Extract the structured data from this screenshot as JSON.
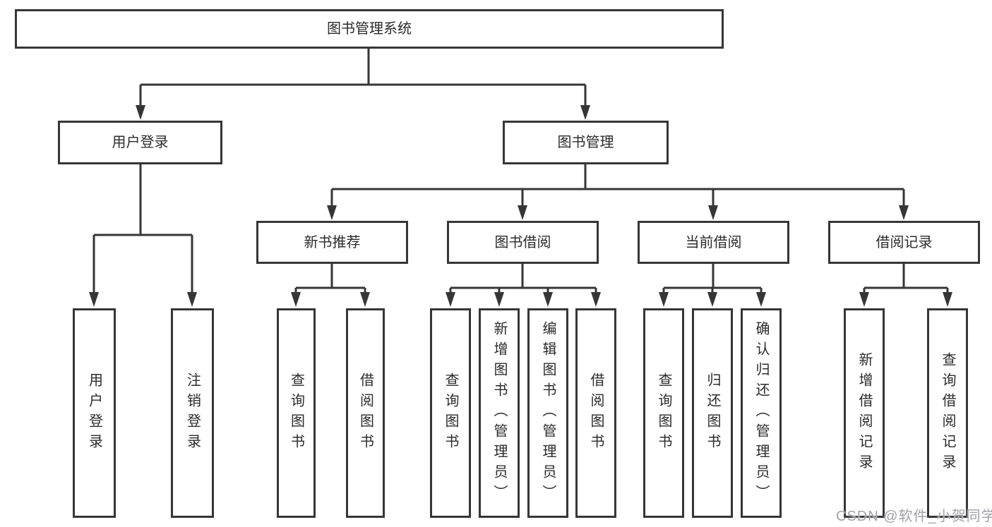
{
  "diagram": {
    "root": {
      "label": "图书管理系统"
    },
    "level2": [
      {
        "label": "用户登录"
      },
      {
        "label": "图书管理"
      }
    ],
    "level3": [
      {
        "label": "新书推荐"
      },
      {
        "label": "图书借阅"
      },
      {
        "label": "当前借阅"
      },
      {
        "label": "借阅记录"
      }
    ],
    "leaves": {
      "user_login": [
        "用户登录",
        "注销登录"
      ],
      "new_book": [
        "查询图书",
        "借阅图书"
      ],
      "borrow": [
        "查询图书",
        "新增图书（管理员）",
        "编辑图书（管理员）",
        "借阅图书"
      ],
      "current": [
        "查询图书",
        "归还图书",
        "确认归还（管理员）"
      ],
      "records": [
        "新增借阅记录",
        "查询借阅记录"
      ]
    },
    "colors": {
      "line": "#363636",
      "text": "#2b2b2b",
      "watermark": "#a2a2a7",
      "background": "#ffffff"
    },
    "watermark": "CSDN @软件_小贺同学"
  }
}
